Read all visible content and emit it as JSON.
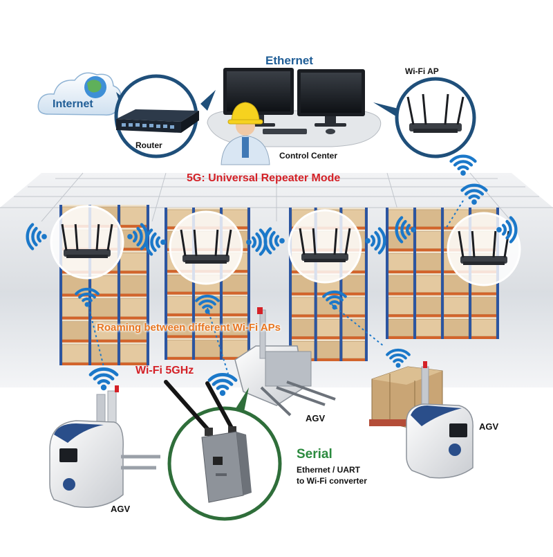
{
  "labels": {
    "internet": "Internet",
    "router": "Router",
    "ethernet": "Ethernet",
    "control_center": "Control Center",
    "wifi_ap": "Wi-Fi AP",
    "repeater_mode": "5G: Universal Repeater Mode",
    "roaming": "Roaming between different Wi-Fi APs",
    "wifi_5ghz": "Wi-Fi 5GHz",
    "agv": "AGV",
    "serial": "Serial",
    "converter_line1": "Ethernet / UART",
    "converter_line2": "to Wi-Fi converter"
  },
  "colors": {
    "accent_blue": "#1f5d96",
    "alert_red": "#d42127",
    "roaming_orange": "#e87722",
    "serial_green": "#2b8a3e",
    "wave_blue": "#1b78c9"
  },
  "icons": [
    "cloud-icon",
    "router-icon",
    "monitor-icon",
    "worker-icon",
    "wifi-router-icon",
    "wifi-signal-icon",
    "agv-forklift-icon",
    "converter-device-icon",
    "pallet-rack-icon"
  ]
}
